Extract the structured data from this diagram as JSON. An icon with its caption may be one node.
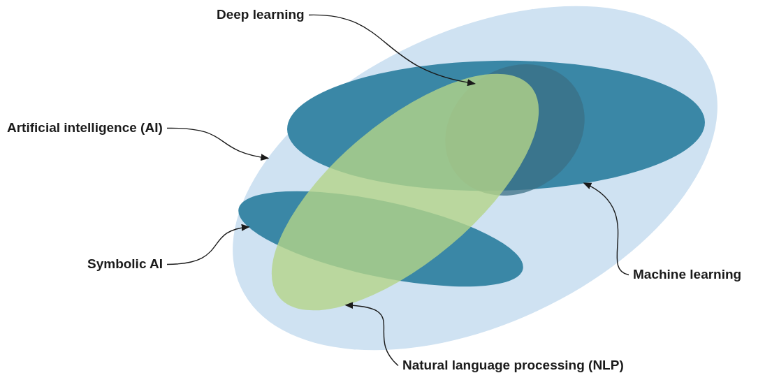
{
  "diagram": {
    "nodes": [
      {
        "text": [
          "Deep learning"
        ]
      },
      {
        "text": [
          "Artificial intelligence (AI)"
        ]
      },
      {
        "text": [
          "Symbolic AI"
        ]
      },
      {
        "text": [
          "Machine learning"
        ]
      },
      {
        "text": [
          "Natural language processing (NLP)"
        ]
      },
      {
        "text": [],
        "shape": "ellipse"
      },
      {
        "text": [],
        "shape": "ellipse",
        "in": 5
      },
      {
        "text": [],
        "shape": "ellipse",
        "in": 6
      },
      {
        "text": [],
        "shape": "ellipse",
        "in": 5
      },
      {
        "text": [],
        "shape": "ellipse",
        "in": 5
      }
    ],
    "edges": [
      {
        "from": 0,
        "to": 7,
        "arrow": "to"
      },
      {
        "from": 1,
        "to": 5,
        "arrow": "to"
      },
      {
        "from": 2,
        "to": 8,
        "arrow": "to"
      },
      {
        "from": 3,
        "to": 6,
        "arrow": "to"
      },
      {
        "from": 4,
        "to": 9,
        "arrow": "to"
      }
    ]
  }
}
